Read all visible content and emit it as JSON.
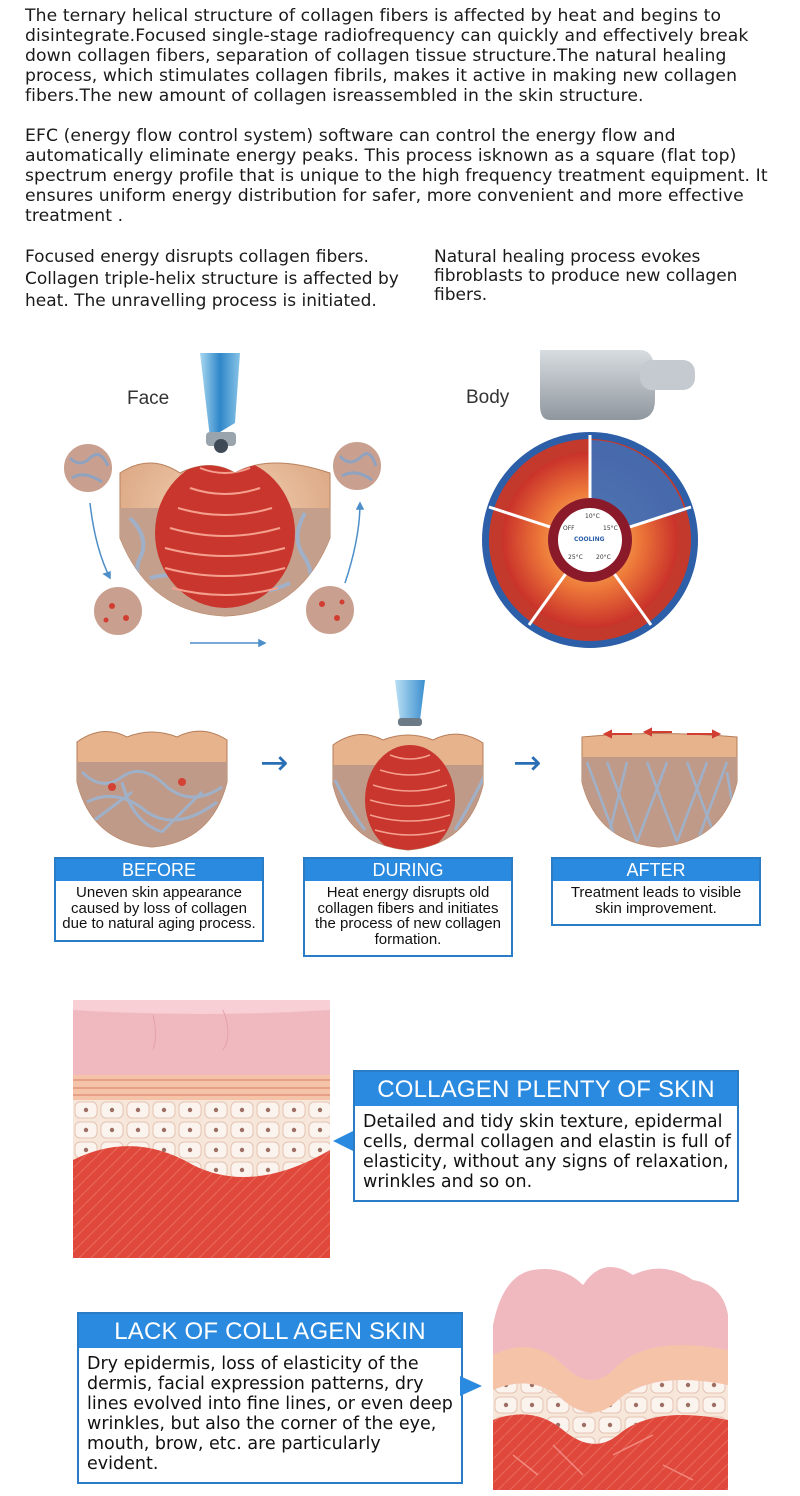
{
  "intro": {
    "paragraph1": "The ternary helical structure of collagen fibers is affected by heat and begins to disintegrate.Focused single-stage radiofrequency can quickly and effectively break down collagen fibers, separation of collagen tissue structure.The natural healing process, which stimulates collagen fibrils, makes it active in making new collagen fibers.The new amount of collagen isreassembled in the skin structure.",
    "paragraph2": "EFC (energy flow control system) software can control the energy flow and automatically eliminate energy peaks. This process isknown as a square (flat top) spectrum energy profile that is unique to the high frequency treatment equipment. It ensures uniform energy distribution for safer, more convenient and more effective treatment ."
  },
  "columns": {
    "left": "Focused energy disrupts collagen fibers. Collagen triple-helix structure is affected by heat. The unravelling process is initiated.",
    "right": "Natural healing process evokes fibroblasts to produce new collagen fibers."
  },
  "diagram": {
    "face_label": "Face",
    "body_label": "Body",
    "dial": {
      "temp_top": "10°C",
      "temp_off": "OFF",
      "temp_15": "15°C",
      "cooling": "COOLING",
      "temp_25": "25°C",
      "temp_20": "20°C"
    }
  },
  "stages": [
    {
      "title": "BEFORE",
      "text": "Uneven skin appearance caused by loss of collagen due to natural aging process."
    },
    {
      "title": "DURING",
      "text": "Heat energy disrupts old collagen fibers and initiates the process of new collagen formation."
    },
    {
      "title": "AFTER",
      "text": "Treatment leads to visible skin improvement."
    }
  ],
  "collagen_plenty": {
    "title": "COLLAGEN PLENTY OF SKIN",
    "text": "Detailed and tidy skin texture, epidermal cells, dermal collagen and elastin is full of elasticity, without any signs of relaxation, wrinkles and so on."
  },
  "collagen_lack": {
    "title": "LACK OF COLL AGEN SKIN",
    "text": "Dry epidermis, loss of elasticity of the dermis, facial expression patterns, dry lines evolved into fine lines, or even deep wrinkles, but also the corner of the eye, mouth, brow, etc. are particularly evident."
  },
  "colors": {
    "accent_blue": "#2a8ae0",
    "skin": "#e8b58e",
    "tissue_red": "#d8453a"
  }
}
